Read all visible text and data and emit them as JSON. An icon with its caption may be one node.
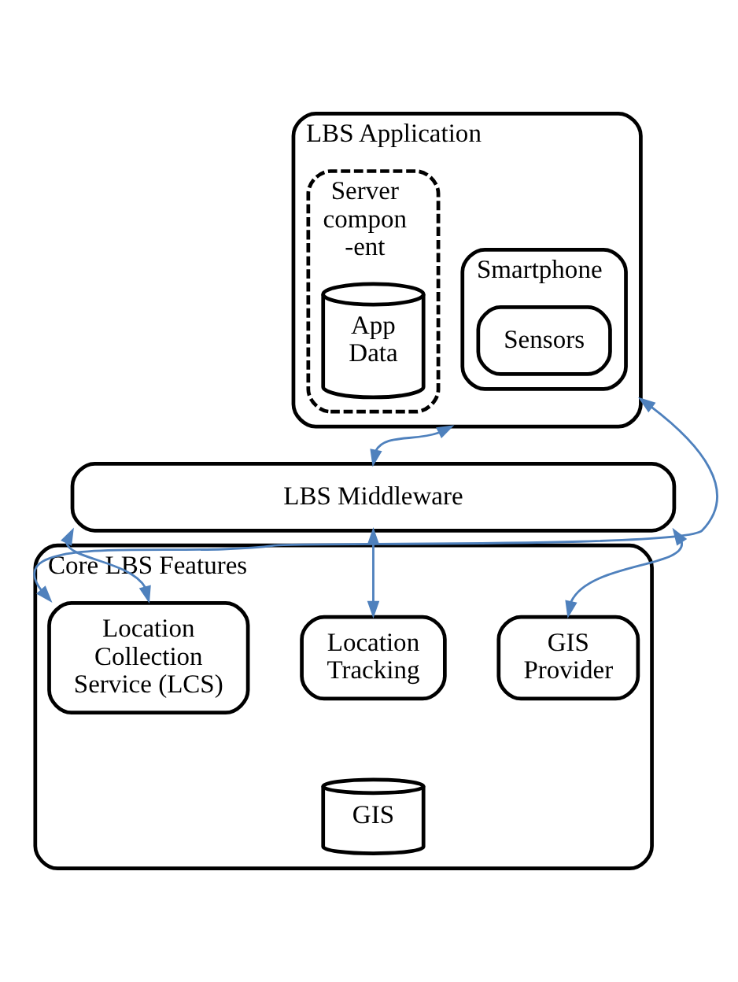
{
  "diagram": {
    "nodes": [
      {
        "text": [
          "LBS Application"
        ]
      },
      {
        "text": [
          "Smartphone"
        ],
        "in": 0
      },
      {
        "text": [
          "Sensors"
        ],
        "in": 1
      },
      {
        "text": [
          "Server compon -ent"
        ],
        "in": 0
      },
      {
        "text": [
          "App Data"
        ],
        "in": 3
      },
      {
        "text": [
          "LBS Middleware"
        ]
      },
      {
        "text": [
          "Core LBS Features"
        ]
      },
      {
        "text": [
          "Location Collection Service (LCS)"
        ],
        "in": 6
      },
      {
        "text": [
          "Location Tracking"
        ],
        "in": 6
      },
      {
        "text": [
          "GIS Provider"
        ],
        "in": 6
      },
      {
        "text": [
          "GIS"
        ],
        "in": 6
      }
    ],
    "edges": [
      {
        "from": 0,
        "to": 7,
        "arrow": "both"
      },
      {
        "from": 0,
        "to": 5,
        "arrow": "both"
      },
      {
        "from": 5,
        "to": 7,
        "arrow": "both"
      },
      {
        "from": 5,
        "to": 8,
        "arrow": "both"
      },
      {
        "from": 5,
        "to": 9,
        "arrow": "both"
      }
    ]
  }
}
